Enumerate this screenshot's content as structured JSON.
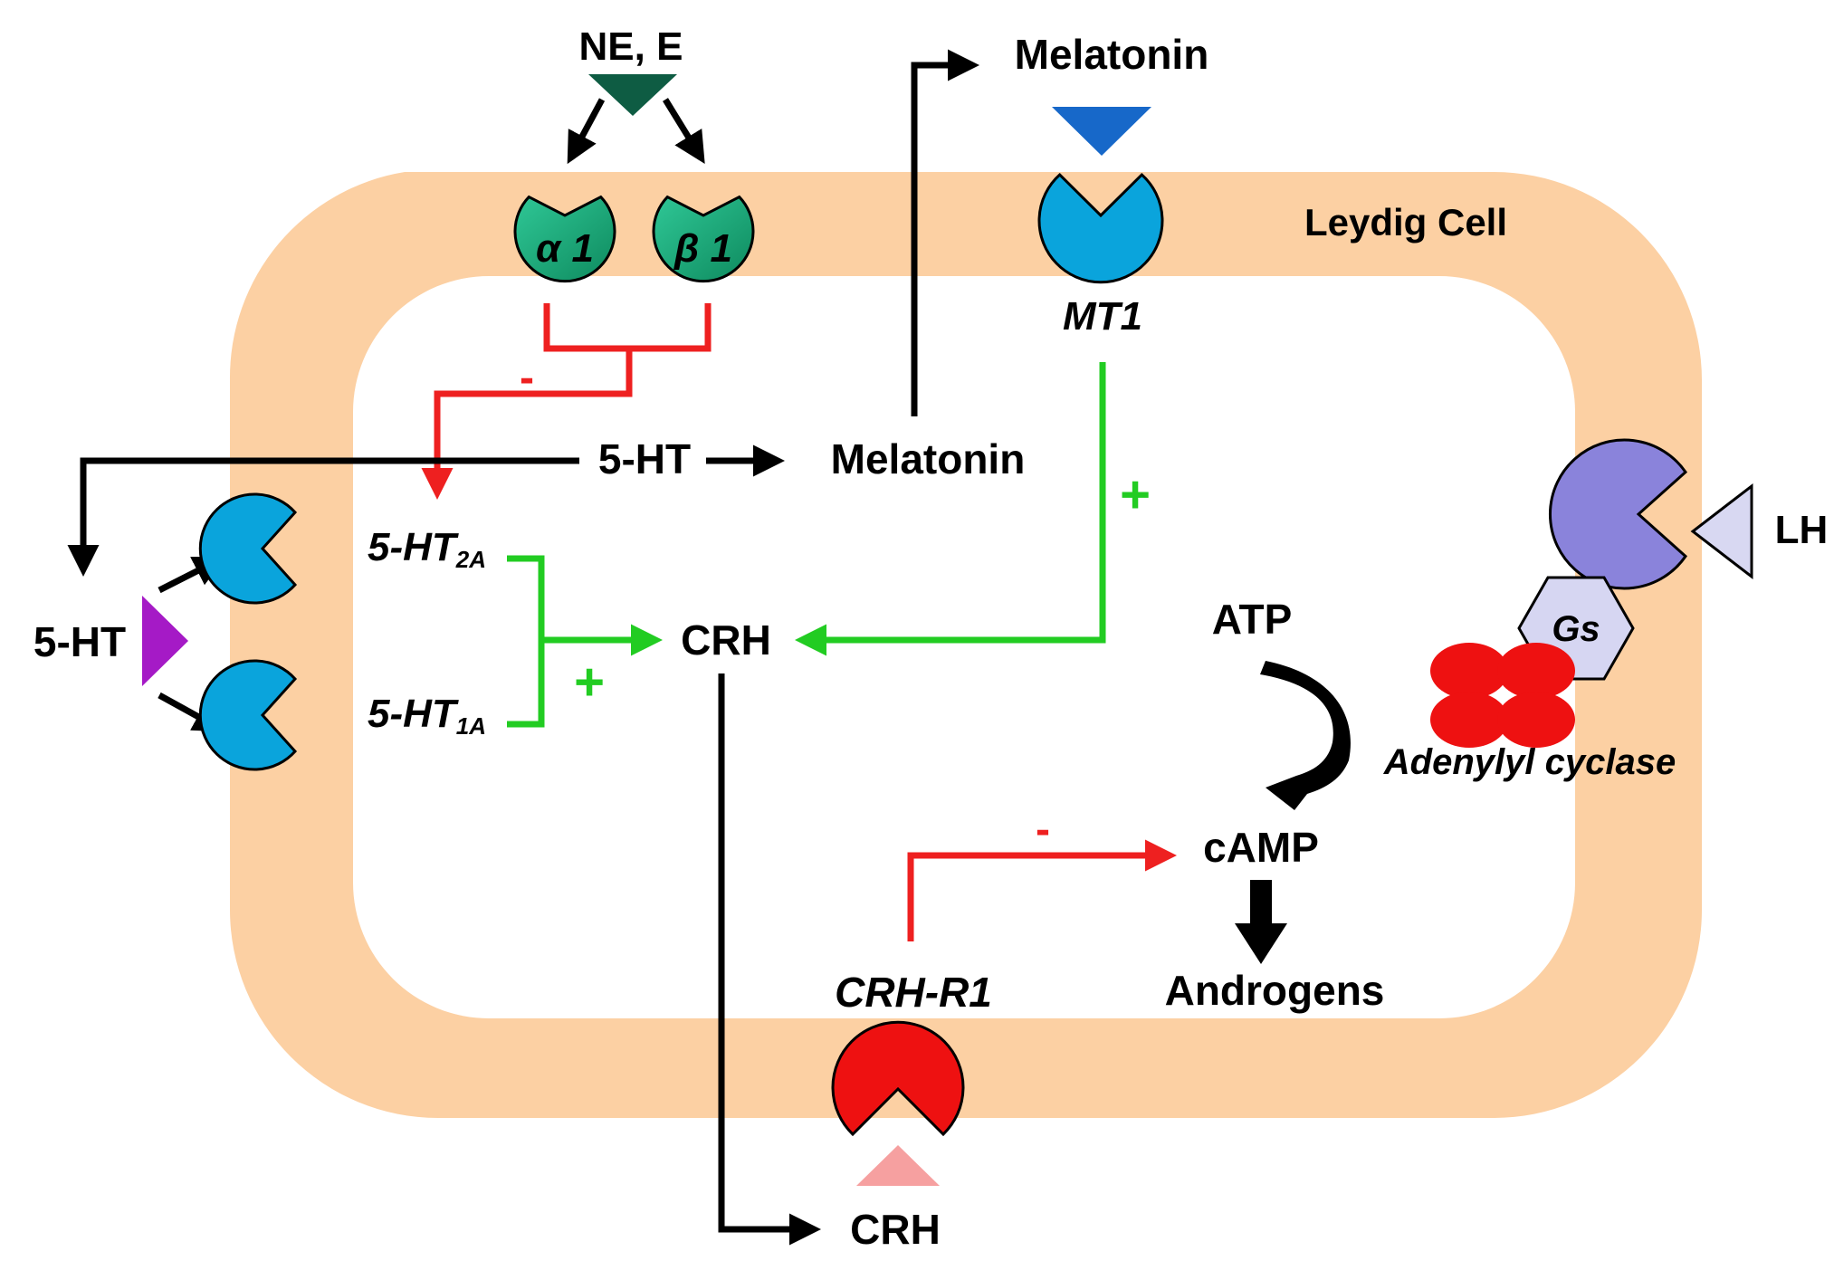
{
  "cell_label": "Leydig Cell",
  "ligands": {
    "ne_e": "NE, E",
    "melatonin_out": "Melatonin",
    "serotonin_out": "5-HT",
    "lh": "LH",
    "crh_out": "CRH"
  },
  "receptors": {
    "alpha1": "α 1",
    "beta1": "β 1",
    "mt1": "MT1",
    "ht2a_main": "5-HT",
    "ht2a_sub": "2A",
    "ht1a_main": "5-HT",
    "ht1a_sub": "1A",
    "crh_r1": "CRH-R1",
    "gs": "Gs",
    "adenylyl_cyclase": "Adenylyl cyclase"
  },
  "intracellular": {
    "serotonin": "5-HT",
    "melatonin": "Melatonin",
    "crh": "CRH",
    "atp": "ATP",
    "camp": "cAMP",
    "androgens": "Androgens"
  },
  "signs": {
    "adrenergic_inhibit": "-",
    "serotonin_stimulate": "+",
    "mt1_stimulate": "+",
    "crh_inhibit": "-"
  },
  "colors": {
    "membrane": "#FCD0A3",
    "adrenergic_receptor": "#1FA878",
    "ne_e_ligand": "#0E5C43",
    "serotonin_receptor": "#0AA4DC",
    "serotonin_ligand": "#A51AC6",
    "melatonin_ligand": "#1768C9",
    "lh_receptor": "#8A83DB",
    "lh_ligand": "#D8D8F2",
    "gs_protein": "#D6D6F2",
    "adenylyl_cyclase": "#EE1111",
    "crh_receptor": "#EE1111",
    "crh_ligand": "#F6A0A0",
    "inhibition": "#EE2020",
    "stimulation": "#22CC22",
    "pathway": "#000000"
  }
}
